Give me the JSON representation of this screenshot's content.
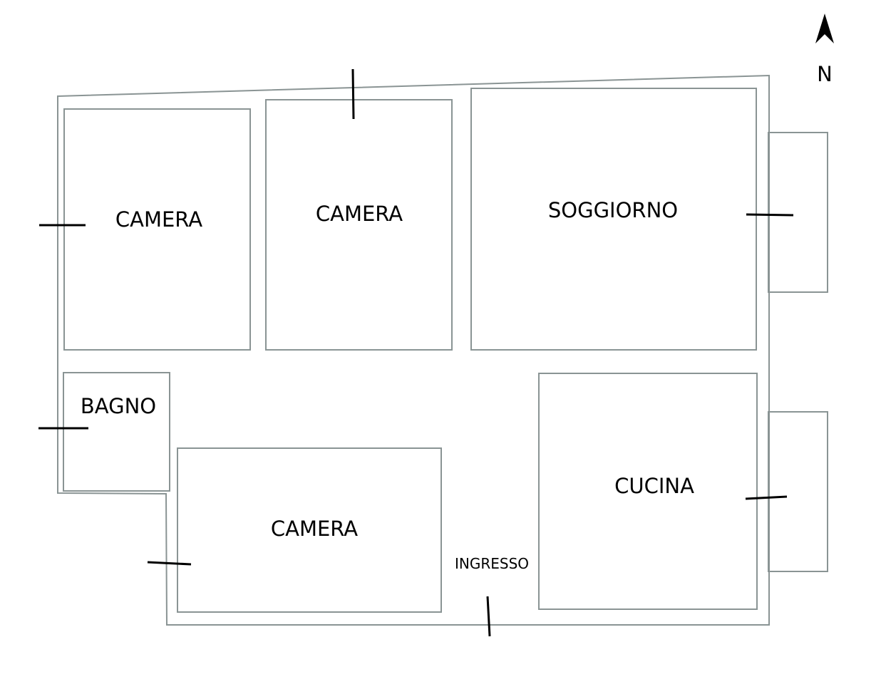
{
  "floorplan": {
    "north_label": "N",
    "rooms": {
      "camera_1": "CAMERA",
      "camera_2": "CAMERA",
      "soggiorno": "SOGGIORNO",
      "bagno": "BAGNO",
      "camera_3": "CAMERA",
      "cucina": "CUCINA",
      "ingresso": "INGRESSO"
    },
    "colors": {
      "wall": "#8a9494",
      "marker": "#000000",
      "background": "#ffffff"
    }
  }
}
